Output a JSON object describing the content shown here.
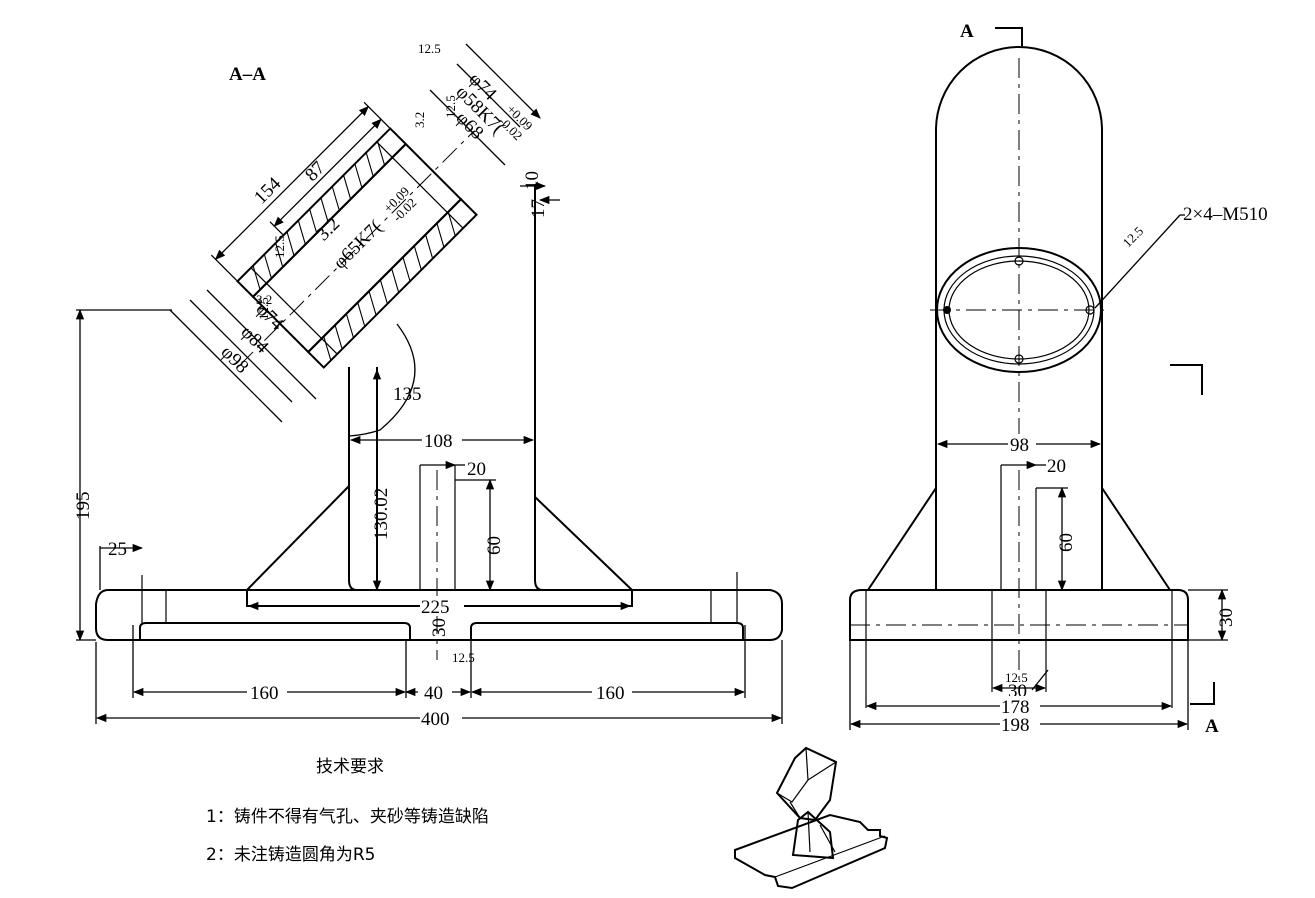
{
  "section_view": {
    "label": "A–A",
    "dims": {
      "d74_top": "φ74",
      "d58k7": "φ58K7(",
      "d58k7_tol_upper": "+0.09",
      "d58k7_tol_lower": "-0.02",
      "d68": "φ68",
      "len154": "154",
      "len87": "87",
      "d65k7": "φ65K7(",
      "d65k7_tol_upper": "+0.09",
      "d65k7_tol_lower": "-0.02",
      "d74_bottom": "φ74",
      "d84": "φ84",
      "d98": "φ98",
      "t10": "10",
      "t17": "17",
      "angle135": "135",
      "w108": "108",
      "w20": "20",
      "h195": "195",
      "h130": "130.02",
      "h60": "60",
      "w25": "25",
      "w225": "225",
      "h30": "30",
      "w160_left": "160",
      "w40": "40",
      "w160_right": "160",
      "w400": "400"
    },
    "roughness": {
      "r1": "12.5",
      "r2": "12.5",
      "r3": "3.2",
      "r4": "3.2",
      "r5": "12.5",
      "r6": "12.5",
      "r7": "3.2",
      "r8": "12.5"
    }
  },
  "side_view": {
    "label_top": "A",
    "label_bottom": "A",
    "dims": {
      "thread": "2×4–M510",
      "w98": "98",
      "w20": "20",
      "h60": "60",
      "h30": "30",
      "w30": "30",
      "w178": "178",
      "w198": "198"
    },
    "roughness": {
      "r1": "12.5",
      "r2": "12.5"
    }
  },
  "notes": {
    "heading": "技术要求",
    "items": [
      "1：铸件不得有气孔、夹砂等铸造缺陷",
      "2：未注铸造圆角为R5"
    ]
  }
}
